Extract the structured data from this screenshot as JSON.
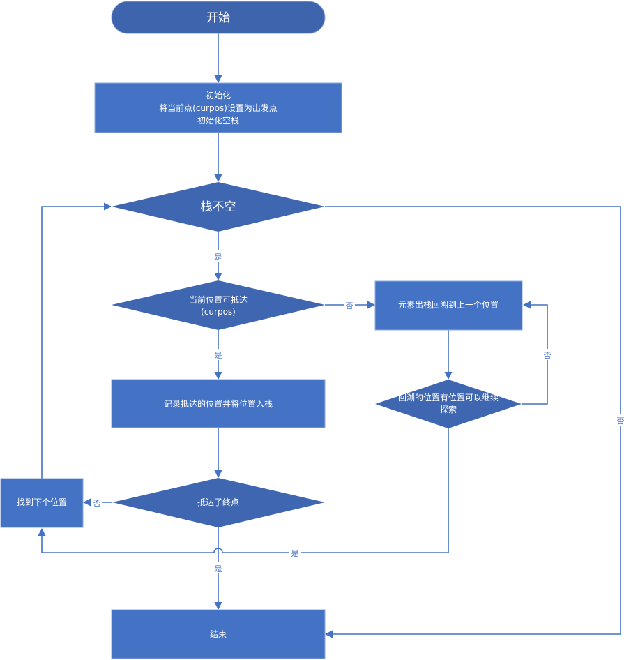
{
  "colors": {
    "box_fill": "#4472c4",
    "box_stroke": "#8faadc",
    "diamond_fill": "#3f66b0",
    "terminator_fill": "#3f64ae",
    "edge": "#4472c4",
    "text": "#ffffff",
    "edge_label": "#4472c4"
  },
  "nodes": {
    "start": {
      "label": "开始"
    },
    "init": {
      "lines": [
        "初始化",
        "将当前点(curpos)设置为出发点",
        "初始化空栈"
      ]
    },
    "stack_not_empty": {
      "label": "栈不空"
    },
    "reachable": {
      "lines": [
        "当前位置可抵达",
        "(curpos)"
      ]
    },
    "record_push": {
      "label": "记录抵达的位置并将位置入栈"
    },
    "reached_end": {
      "label": "抵达了终点"
    },
    "find_next": {
      "label": "找到下个位置"
    },
    "pop_back": {
      "label": "元素出栈回溯到上一个位置"
    },
    "can_continue": {
      "lines": [
        "回溯的位置有位置可以继续",
        "探索"
      ]
    },
    "end": {
      "label": "结束"
    }
  },
  "edge_labels": {
    "stack_yes": "是",
    "reachable_yes": "是",
    "reachable_no": "否",
    "end_yes": "是",
    "end_no": "否",
    "continue_yes": "是",
    "continue_no": "否",
    "stack_no": "否"
  }
}
